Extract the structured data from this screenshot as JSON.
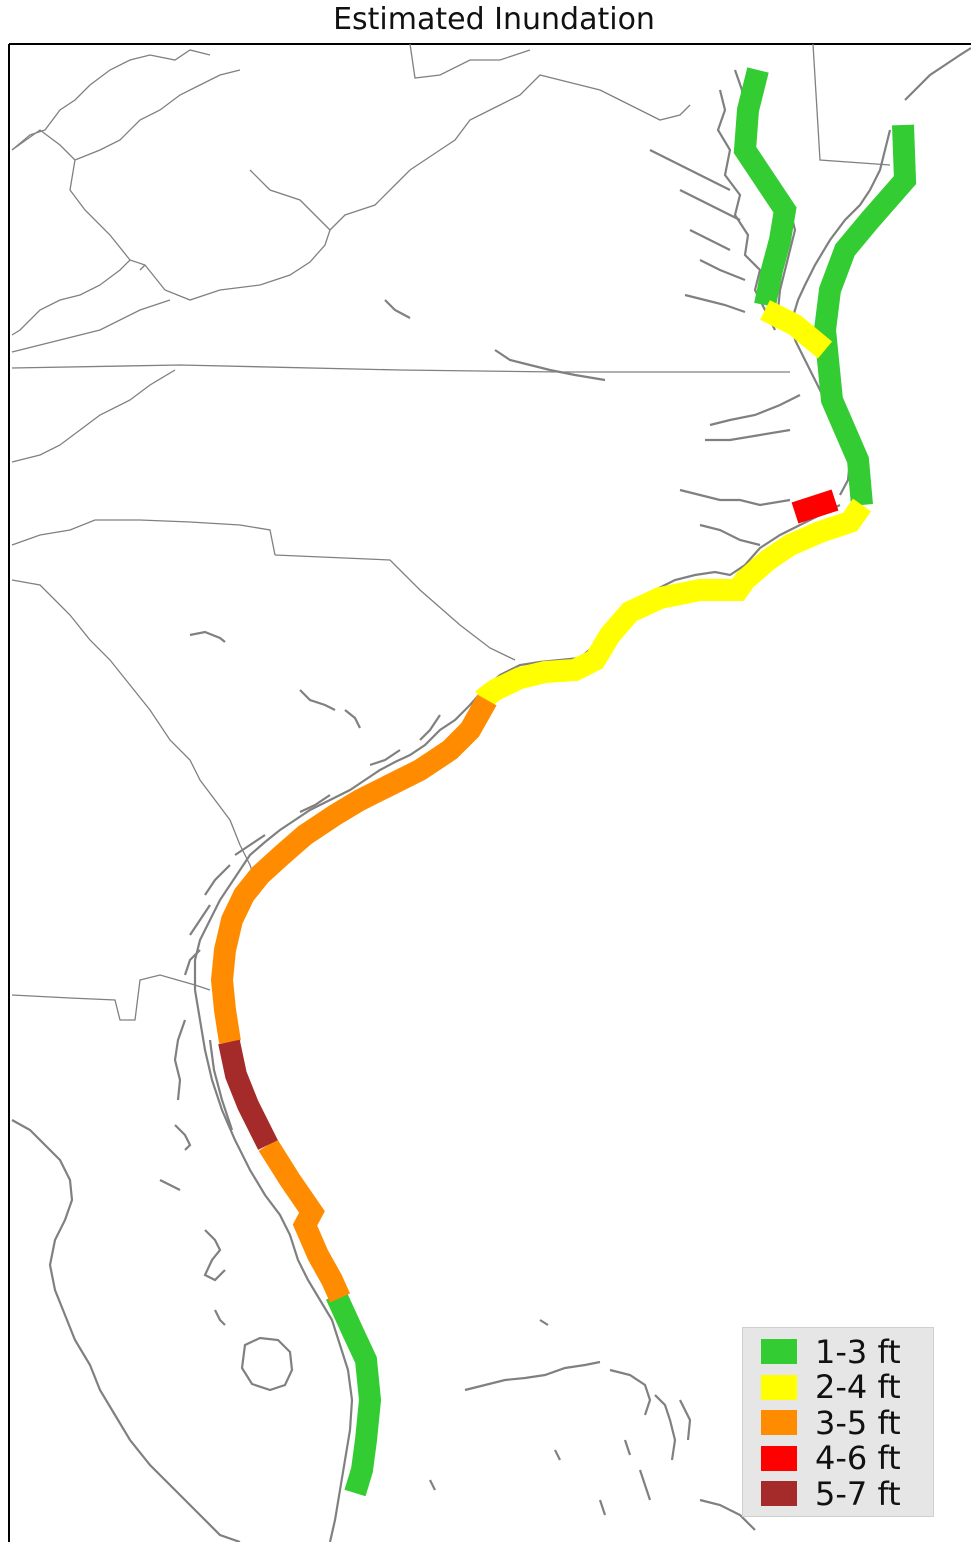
{
  "title": "Estimated Inundation",
  "legend": {
    "items": [
      {
        "label": "1-3 ft",
        "color": "#33cc33"
      },
      {
        "label": "2-4 ft",
        "color": "#ffff00"
      },
      {
        "label": "3-5 ft",
        "color": "#ff8c00"
      },
      {
        "label": "4-6 ft",
        "color": "#ff0000"
      },
      {
        "label": "5-7 ft",
        "color": "#a52a2a"
      }
    ]
  },
  "colors": {
    "boundary": "#808080",
    "coastline": "#808080",
    "background": "#ffffff"
  }
}
